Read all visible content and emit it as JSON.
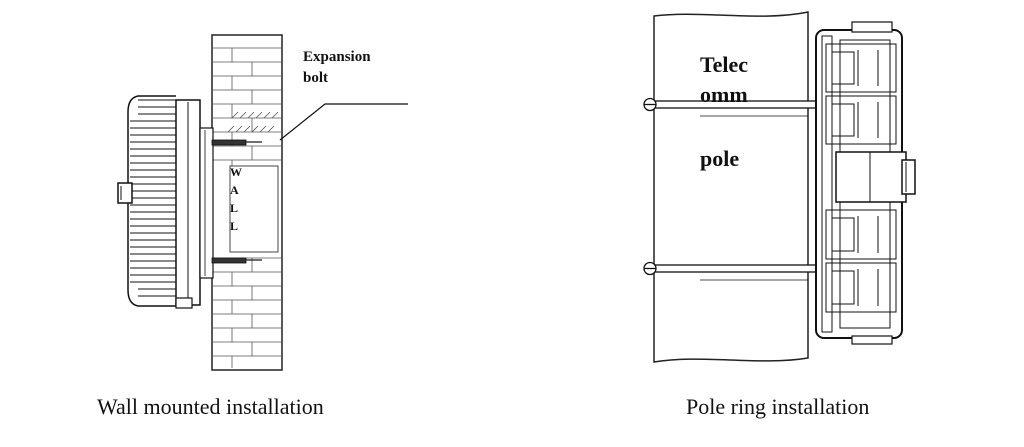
{
  "wall": {
    "caption": "Wall mounted installation",
    "bolt_label_line1": "Expansion",
    "bolt_label_line2": "bolt",
    "wall_letters": [
      "W",
      "A",
      "L",
      "L"
    ]
  },
  "pole": {
    "caption": "Pole ring installation",
    "pole_label_line1": "Telec",
    "pole_label_line2": "omm",
    "pole_label_line3": "pole"
  }
}
